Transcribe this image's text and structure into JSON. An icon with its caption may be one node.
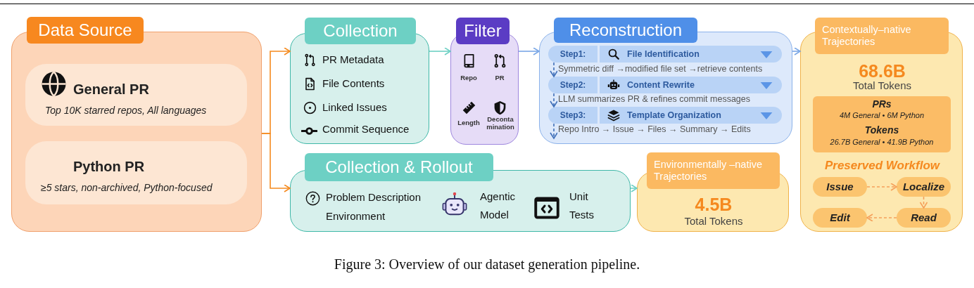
{
  "diagram": {
    "caption": "Figure 3: Overview of our dataset generation pipeline.",
    "nodes": [
      {
        "text": [
          "Data Source"
        ]
      },
      {
        "text": [
          "General PR",
          "Top 10K starred repos, All languages"
        ],
        "in": 0
      },
      {
        "text": [
          "Python PR",
          "≥5 stars, non-archived, Python-focused"
        ],
        "in": 0
      },
      {
        "text": [
          "Collection",
          "PR Metadata",
          "File Contents",
          "Linked Issues",
          "Commit Sequence"
        ]
      },
      {
        "text": [
          "Filter",
          "Repo",
          "PR",
          "Length",
          "Deconta mination"
        ]
      },
      {
        "text": [
          "Reconstruction",
          "Symmetric diff →modified file set →retrieve contents",
          "LLM summarizes PR & refines commit messages",
          "Repo Intro → Issue → Files → Summary → Edits"
        ]
      },
      {
        "text": [
          "Step1:",
          "File Identification"
        ],
        "in": 5
      },
      {
        "text": [
          "Step2:",
          "Content Rewrite"
        ],
        "in": 5
      },
      {
        "text": [
          "Step3:",
          "Template Organization"
        ],
        "in": 5
      },
      {
        "text": [
          "Contextually–native Trajectories",
          "68.6B",
          "Total Tokens",
          "Preserved Workflow"
        ]
      },
      {
        "text": [
          "PRs",
          "4M General • 6M Python",
          "Tokens",
          "26.7B General • 41.9B Python"
        ],
        "in": 9
      },
      {
        "text": [
          "Issue"
        ],
        "in": 9
      },
      {
        "text": [
          "Localize"
        ],
        "in": 9
      },
      {
        "text": [
          "Read"
        ],
        "in": 9
      },
      {
        "text": [
          "Edit"
        ],
        "in": 9
      },
      {
        "text": [
          "Collection & Rollout",
          "Problem Description",
          "Environment",
          "Agentic Model",
          "Unit Tests"
        ]
      },
      {
        "text": [
          "Environmentally –native Trajectories",
          "4.5B",
          "Total Tokens"
        ]
      }
    ],
    "edges": [
      {
        "from": 0,
        "to": 3,
        "arrow": "to",
        "color": "#f58a1f"
      },
      {
        "from": 0,
        "to": 15,
        "arrow": "to",
        "color": "#f58a1f"
      },
      {
        "from": 3,
        "to": 4,
        "arrow": "to",
        "color": "#6dd0c4"
      },
      {
        "from": 4,
        "to": 5,
        "arrow": "to",
        "color": "#7aa7e6"
      },
      {
        "from": 5,
        "to": 9,
        "arrow": "to",
        "color": "#7aa7e6"
      },
      {
        "from": 15,
        "to": 16,
        "arrow": "to",
        "color": "#6dd0c4"
      },
      {
        "from": 11,
        "to": 12,
        "arrow": "to",
        "style": "dashed",
        "color": "#f5a05a"
      },
      {
        "from": 12,
        "to": 13,
        "arrow": "to",
        "style": "dashed",
        "color": "#f5a05a"
      },
      {
        "from": 13,
        "to": 14,
        "arrow": "to",
        "style": "dashed",
        "color": "#f5a05a"
      },
      {
        "from": 6,
        "to": 7,
        "arrow": "to",
        "style": "dashed",
        "color": "#3f6fb8"
      },
      {
        "from": 7,
        "to": 8,
        "arrow": "to",
        "style": "dashed",
        "color": "#3f6fb8"
      },
      {
        "from": 8,
        "to": null,
        "arrow": "to",
        "style": "dashed",
        "color": "#3f6fb8"
      }
    ]
  }
}
